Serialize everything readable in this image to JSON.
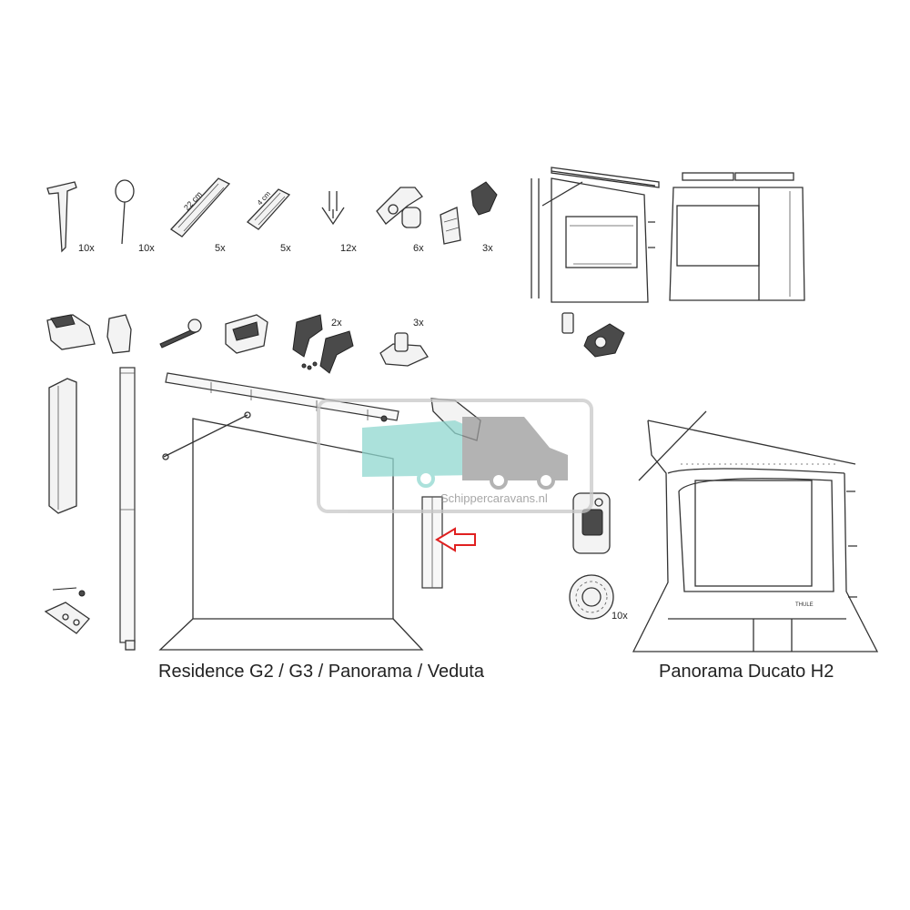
{
  "parts_counts": {
    "peg": "10x",
    "pin": "10x",
    "strap_22": "5x",
    "strap_small": "5x",
    "hook": "12x",
    "clamp": "6x",
    "buckle": "3x",
    "side_clip": "2x",
    "foot": "3x",
    "rosette": "10x"
  },
  "strap_markings": {
    "long": "22 cm",
    "short": "4 cm"
  },
  "captions": {
    "left": "Residence G2 / G3 / Panorama / Veduta",
    "right": "Panorama Ducato H2"
  },
  "brand_mark": "THULE",
  "watermark": {
    "text": "Schippercaravans.nl",
    "colors": {
      "frame": "#c8c8c8",
      "caravan": "#8fd8cf",
      "van": "#9a9a9a"
    }
  },
  "highlight_color": "#e02020"
}
